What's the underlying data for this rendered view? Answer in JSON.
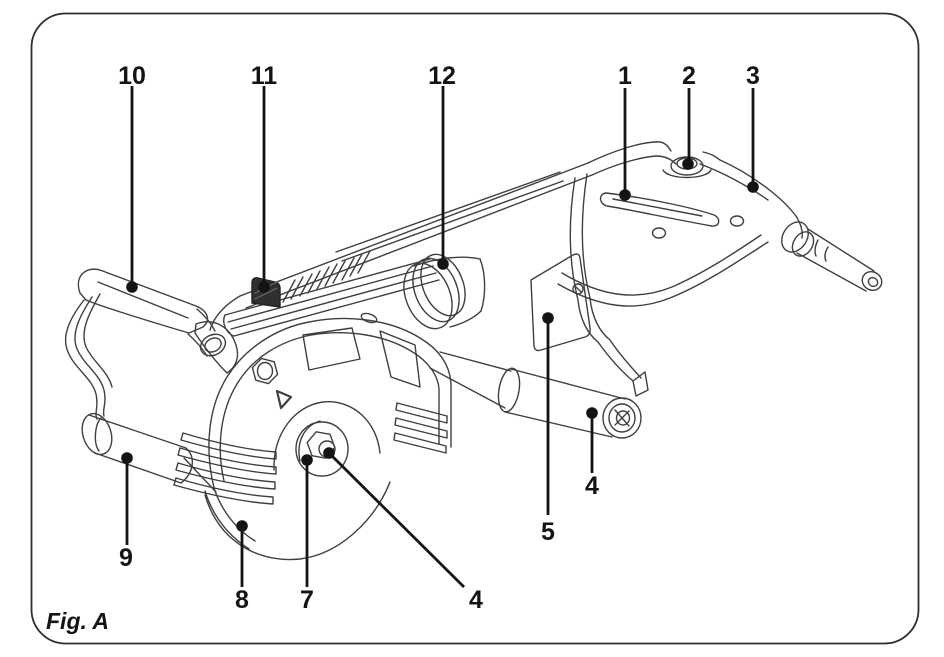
{
  "figure": {
    "caption": "Fig. A",
    "kind": "technical-illustration"
  },
  "colors": {
    "background": "#ffffff",
    "ink": "#141414",
    "drawing_line": "#3f3f3f",
    "border": "#2e2e2e"
  },
  "callouts": [
    {
      "label": "10"
    },
    {
      "label": "11"
    },
    {
      "label": "12"
    },
    {
      "label": "1"
    },
    {
      "label": "2"
    },
    {
      "label": "3"
    },
    {
      "label": "9"
    },
    {
      "label": "8"
    },
    {
      "label": "7"
    },
    {
      "label": "4"
    },
    {
      "label": "5"
    },
    {
      "label": "4"
    }
  ]
}
